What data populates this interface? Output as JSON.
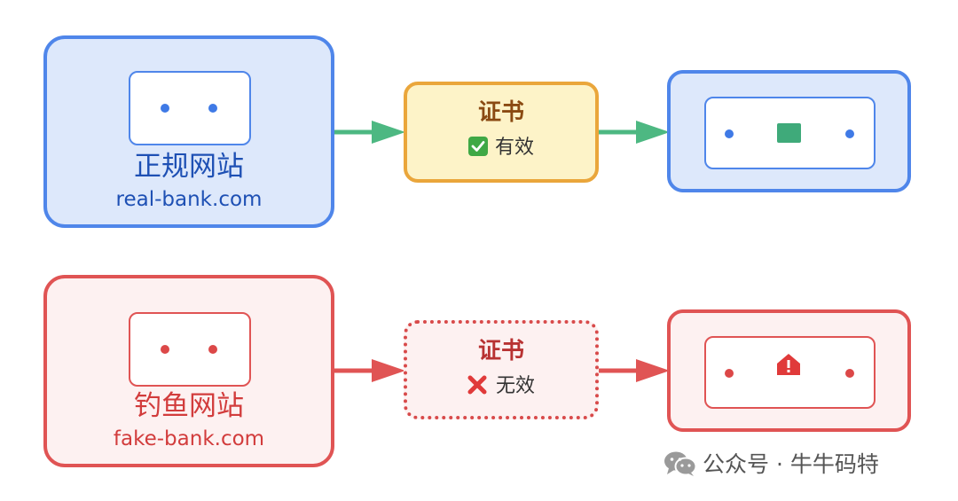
{
  "colors": {
    "legit_border": "#4f86ea",
    "legit_fill": "#dde8fb",
    "phish_border": "#e05454",
    "phish_fill": "#fdf1f1",
    "cert_valid_border": "#eaa63b",
    "cert_valid_fill": "#fdf3c8",
    "arrow_green": "#4db882",
    "arrow_red": "#e05454",
    "lock_green": "#3faa7a"
  },
  "legit_row": {
    "site_title": "正规网站",
    "site_domain": "real-bank.com",
    "cert_title": "证书",
    "cert_status": "有效",
    "cert_status_icon": "check-icon",
    "browser_icon": "secure-lock-icon"
  },
  "phish_row": {
    "site_title": "钓鱼网站",
    "site_domain": "fake-bank.com",
    "cert_title": "证书",
    "cert_status": "无效",
    "cert_status_icon": "cross-icon",
    "browser_icon": "warning-icon"
  },
  "watermark": {
    "icon": "wechat-icon",
    "text": "公众号 · 牛牛码特"
  }
}
